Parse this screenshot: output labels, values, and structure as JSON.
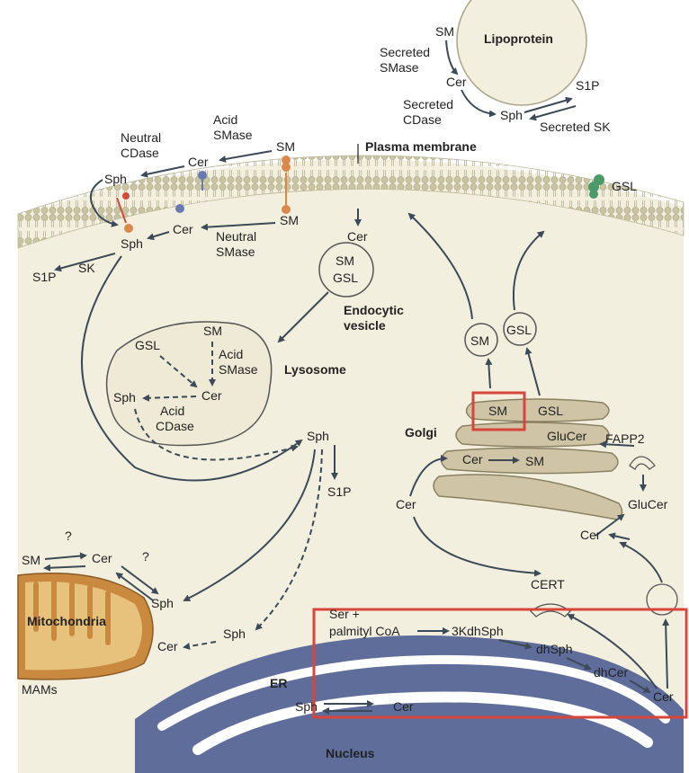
{
  "colors": {
    "cytoplasm": "#f3efdf",
    "membrane_head": "#cbc7a4",
    "mito_outer": "#c98a3f",
    "mito_inner": "#e7c27d",
    "er": "#5f6d9a",
    "er_lumen": "#ffffff",
    "golgi": "#cfc5a6",
    "highlight": "#d8453a",
    "arrow": "#3c4a57"
  },
  "labels": {
    "lipoprotein": "Lipoprotein",
    "sm_top": "SM",
    "secreted_smase": "Secreted\nSMase",
    "cer_top": "Cer",
    "secreted_cdase": "Secreted\nCDase",
    "sph_top": "Sph",
    "s1p_top": "S1P",
    "secreted_sk": "Secreted SK",
    "plasma_membrane": "Plasma membrane",
    "acid_smase": "Acid\nSMase",
    "neutral_cdase": "Neutral\nCDase",
    "sm_pm": "SM",
    "cer_pm_upper": "Cer",
    "sph_pm_upper": "Sph",
    "cer_pm_lower": "Cer",
    "sm_pm_lower": "SM",
    "sph_pm_lower": "Sph",
    "neutral_smase": "Neutral\nSMase",
    "s1p_left": "S1P",
    "sk_left": "SK",
    "gsl_membrane": "GSL",
    "cer_endo": "Cer",
    "sm_vesicle": "SM",
    "gsl_vesicle": "GSL",
    "endocytic_vesicle": "Endocytic\nvesicle",
    "lysosome": "Lysosome",
    "gsl_lyso": "GSL",
    "sm_lyso": "SM",
    "acid_smase_lyso": "Acid\nSMase",
    "cer_lyso": "Cer",
    "sph_lyso": "Sph",
    "acid_cdase_lyso": "Acid\nCDase",
    "sm_golgi_vesicle": "SM",
    "gsl_golgi_vesicle": "GSL",
    "golgi": "Golgi",
    "sm_golgi": "SM",
    "gsl_golgi": "GSL",
    "glucer_golgi": "GluCer",
    "fapp2": "FAPP2",
    "cer_golgi": "Cer",
    "sm_golgi2": "SM",
    "cer_left_golgi": "Cer",
    "glucer_right": "GluCer",
    "cer_right": "Cer",
    "sph_mid": "Sph",
    "s1p_mid": "S1P",
    "cert": "CERT",
    "sm_mito": "SM",
    "cer_mito": "Cer",
    "q1": "?",
    "q2": "?",
    "sph_mito": "Sph",
    "mitochondria": "Mitochondria",
    "mams": "MAMs",
    "cer_er_left": "Cer",
    "sph_er_upper": "Sph",
    "ser": "Ser +",
    "palmityl_coa": "palmityl CoA",
    "kdhsph": "3KdhSph",
    "dhsph": "dhSph",
    "dhcer": "dhCer",
    "cer_er_right": "Cer",
    "er": "ER",
    "sph_er": "Sph",
    "cer_er": "Cer",
    "nucleus": "Nucleus"
  }
}
